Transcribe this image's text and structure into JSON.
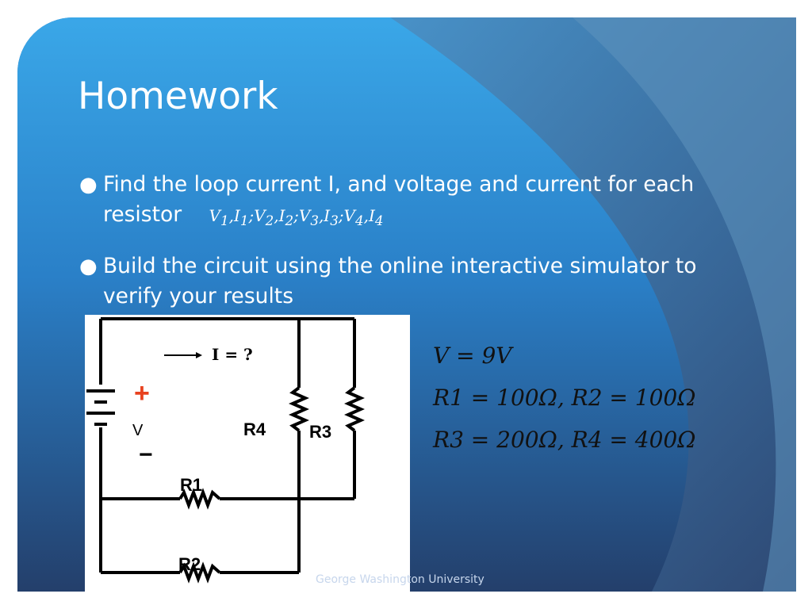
{
  "slide": {
    "title": "Homework",
    "bullets": [
      {
        "text": "Find the loop current I,  and voltage and current for each resistor",
        "variables": "V1,I1;V2,I2;V3,I3;V4,I4"
      },
      {
        "text": "Build the circuit using the online interactive simulator to verify your results"
      }
    ],
    "circuit": {
      "current_label": "I = ?",
      "plus": "+",
      "source_label": "V",
      "minus": "−",
      "resistors": [
        "R1",
        "R2",
        "R3",
        "R4"
      ]
    },
    "equations": [
      "V = 9V",
      "R1 = 100Ω, R2 = 100Ω",
      "R3 = 200Ω, R4 = 400Ω"
    ],
    "footer": "George Washington University"
  },
  "colors": {
    "slide_bg": "#2a6fb8",
    "highlight": "#3aa7e8",
    "accent_plus": "#e8421f"
  }
}
